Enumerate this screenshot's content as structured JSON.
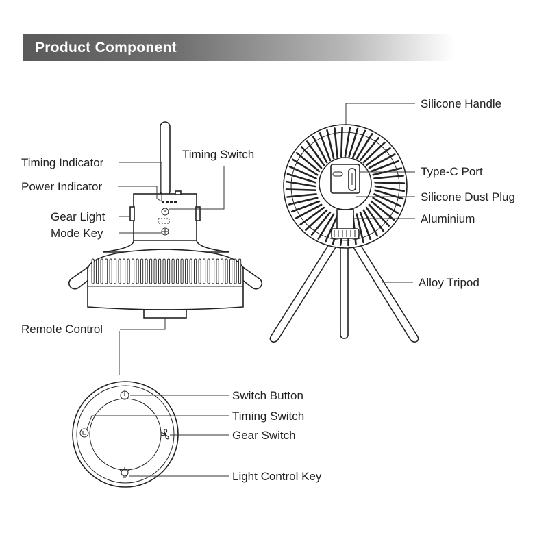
{
  "header": {
    "title": "Product Component"
  },
  "labels": {
    "timing_indicator": "Timing Indicator",
    "timing_switch_top": "Timing Switch",
    "power_indicator": "Power Indicator",
    "gear_light": "Gear Light",
    "mode_key": "Mode Key",
    "remote_control": "Remote Control",
    "silicone_handle": "Silicone Handle",
    "type_c_port": "Type-C Port",
    "silicone_dust_plug": "Silicone Dust Plug",
    "aluminium": "Aluminium",
    "alloy_tripod": "Alloy Tripod",
    "switch_button": "Switch Button",
    "timing_switch_remote": "Timing Switch",
    "gear_switch": "Gear Switch",
    "light_control_key": "Light Control Key"
  },
  "colors": {
    "banner_dark": "#5a5a5a",
    "banner_light": "#ffffff",
    "line": "#222222"
  }
}
